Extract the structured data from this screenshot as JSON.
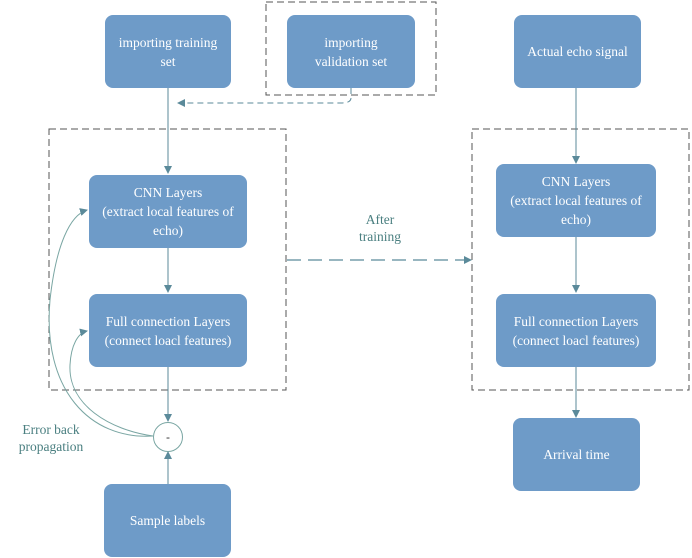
{
  "diagram": {
    "nodes": {
      "training_set": "importing training\nset",
      "validation_set": "importing\nvalidation set",
      "cnn_left": "CNN Layers\n(extract local features of\necho)",
      "fc_left": "Full connection Layers\n(connect loacl features)",
      "sample_labels": "Sample labels",
      "actual_echo": "Actual echo signal",
      "cnn_right": "CNN Layers\n(extract local features of\necho)",
      "fc_right": "Full connection Layers\n(connect loacl features)",
      "arrival_time": "Arrival time"
    },
    "labels": {
      "after_training": "After\ntraining",
      "error_back": "Error back\npropagation",
      "minus": "-"
    },
    "colors": {
      "node_fill": "#6e9bc8",
      "node_text": "#ffffff",
      "arrow": "#5b8a9a",
      "dashed_frame": "#555555",
      "label_text": "#4a7f80"
    }
  }
}
